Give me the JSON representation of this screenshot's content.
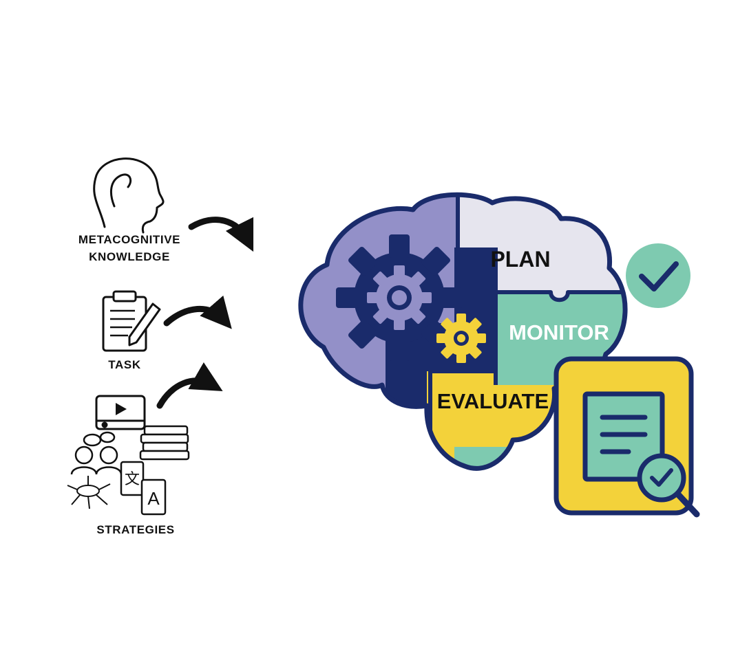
{
  "left_items": [
    {
      "line1": "METACOGNITIVE",
      "line2": "KNOWLEDGE",
      "icon": "head-profile-icon"
    },
    {
      "line1": "TASK",
      "icon": "clipboard-pencil-icon"
    },
    {
      "line1": "STRATEGIES",
      "icon": "strategies-collage-icon"
    }
  ],
  "brain_stages": {
    "plan": "PLAN",
    "monitor": "MONITOR",
    "evaluate": "EVALUATE"
  },
  "colors": {
    "navy": "#1a2b6b",
    "lavender": "#9390c8",
    "light_gray": "#e6e5ee",
    "teal": "#7ecab0",
    "yellow": "#f3d23a",
    "black": "#111111"
  },
  "icons": [
    "gear-icon",
    "check-circle-icon",
    "document-magnifier-icon",
    "curved-arrow-icon"
  ]
}
